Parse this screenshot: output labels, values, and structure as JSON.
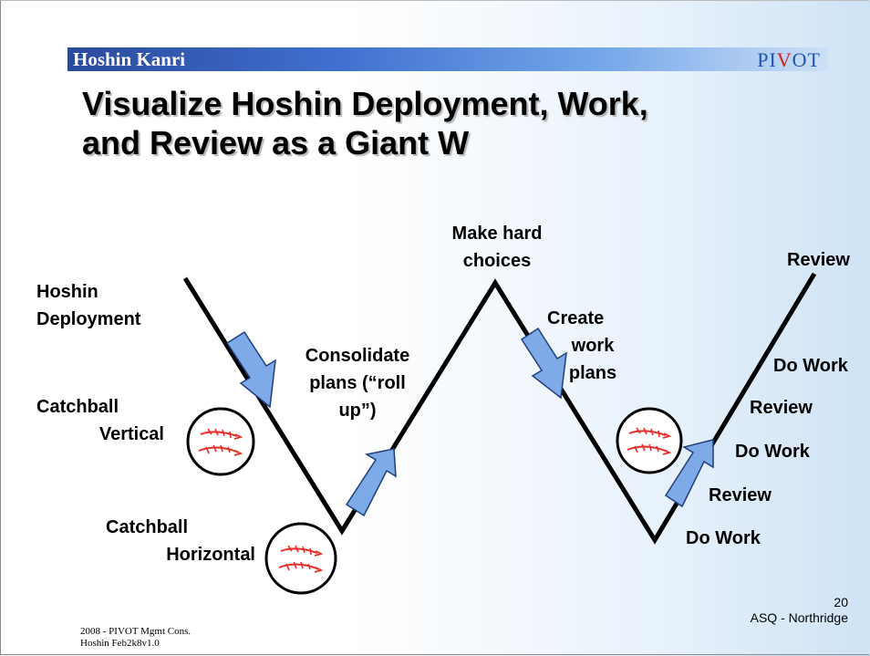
{
  "header": {
    "section_title": "Hoshin Kanri",
    "logo_prefix": "PI",
    "logo_v": "V",
    "logo_suffix": "OT"
  },
  "slide": {
    "title_line1": "Visualize Hoshin Deployment, Work,",
    "title_line2": "and Review as a Giant W"
  },
  "labels": {
    "hoshin_deployment_1": "Hoshin",
    "hoshin_deployment_2": "Deployment",
    "catchball_vertical_1": "Catchball",
    "catchball_vertical_2": "Vertical",
    "catchball_horizontal_1": "Catchball",
    "catchball_horizontal_2": "Horizontal",
    "consolidate_1": "Consolidate",
    "consolidate_2": "plans (“roll",
    "consolidate_3": "up”)",
    "make_hard_1": "Make hard",
    "make_hard_2": "choices",
    "create_work_1": "Create",
    "create_work_2": "work",
    "create_work_3": "plans",
    "review_top": "Review",
    "do_work_1": "Do Work",
    "review_2": "Review",
    "do_work_2": "Do Work",
    "review_3": "Review",
    "do_work_3": "Do Work"
  },
  "footer": {
    "copyright": "2008 - PIVOT Mgmt Cons.",
    "version": "Hoshin Feb2k8v1.0",
    "page_number": "20",
    "event": "ASQ - Northridge"
  },
  "colors": {
    "w_line": "#000000",
    "arrow_fill": "#7eabe8",
    "arrow_stroke": "#1f3f7a",
    "ball_stitch": "#e8302a",
    "header_bar": "#2a4a9c"
  }
}
